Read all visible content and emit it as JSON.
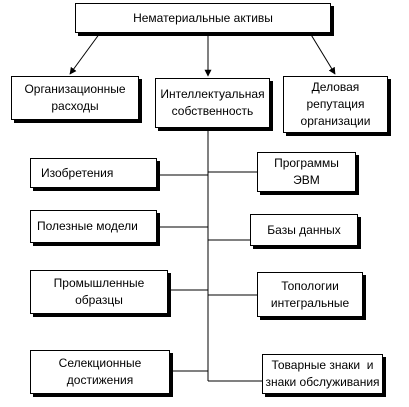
{
  "diagram": {
    "root": {
      "label": "Нематериальные активы"
    },
    "top_children": [
      {
        "id": "org",
        "lines": [
          "Организационные",
          "расходы"
        ]
      },
      {
        "id": "ip",
        "lines": [
          "Интеллектуальная",
          "собственность"
        ]
      },
      {
        "id": "rep",
        "lines": [
          "Деловая",
          "репутация",
          "организации"
        ]
      }
    ],
    "ip_left": [
      {
        "lines": [
          "Изобретения"
        ]
      },
      {
        "lines": [
          "Полезные модели"
        ]
      },
      {
        "lines": [
          "Промышленные",
          "образцы"
        ]
      },
      {
        "lines": [
          "Селекционные",
          "достижения"
        ]
      }
    ],
    "ip_right": [
      {
        "lines": [
          "Программы",
          "ЭВМ"
        ]
      },
      {
        "lines": [
          "Базы данных"
        ]
      },
      {
        "lines": [
          "Топологии",
          "интегральные"
        ]
      },
      {
        "lines": [
          "Товарные знаки  и",
          "знаки обслуживания"
        ]
      }
    ]
  }
}
